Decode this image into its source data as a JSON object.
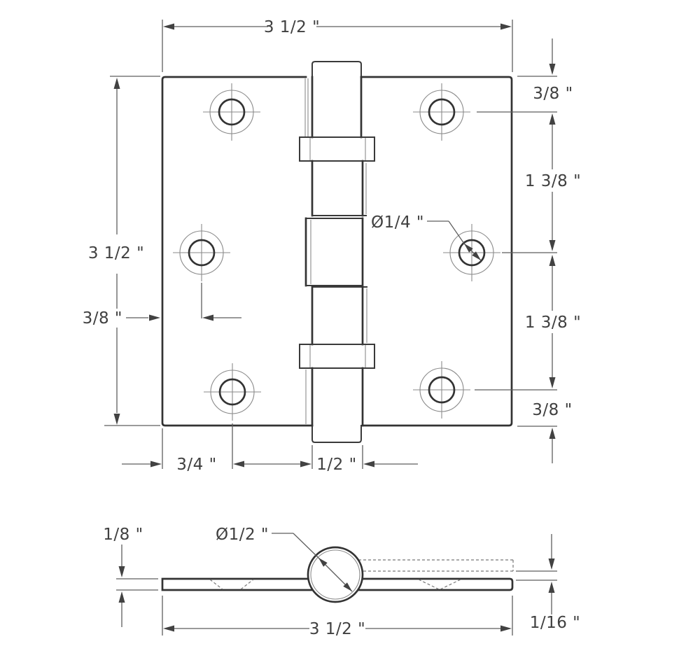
{
  "drawing": {
    "background": "#ffffff",
    "line_color_dark": "#333333",
    "line_color_thin": "#8a8a8a",
    "text_color": "#404040"
  },
  "top_view": {
    "dim_width": "3 1/2 \"",
    "dim_height": "3 1/2 \"",
    "dim_edge_to_hole": "3/8 \"",
    "dim_top_margin": "3/8 \"",
    "dim_hole_spacing_upper": "1 3/8 \"",
    "dim_hole_spacing_lower": "1 3/8 \"",
    "dim_bottom_margin": "3/8 \"",
    "callout_hole_diameter": "Ø1/4 \"",
    "dim_corner_to_hole": "3/4 \"",
    "dim_knuckle_width": "1/2 \""
  },
  "side_view": {
    "dim_leaf_thickness": "1/8 \"",
    "callout_barrel_diameter": "Ø1/2 \"",
    "dim_width": "3 1/2 \"",
    "dim_leaf_gap": "1/16 \""
  }
}
